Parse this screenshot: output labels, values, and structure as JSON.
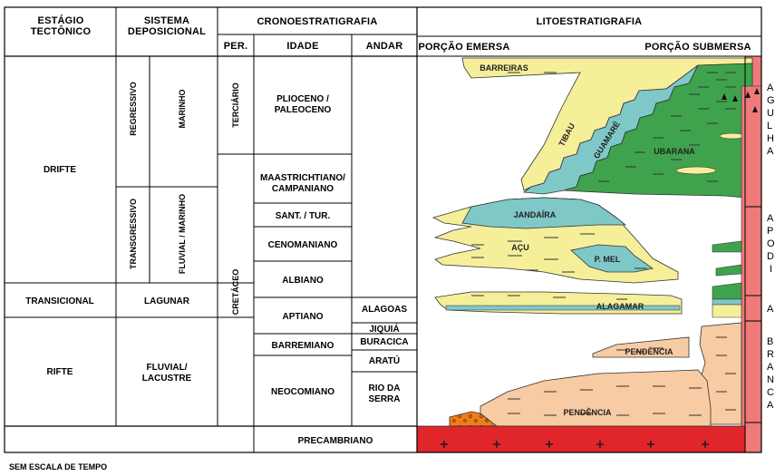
{
  "headers": {
    "estagio": [
      "ESTÁGIO",
      "TECTÔNICO"
    ],
    "sistema": [
      "SISTEMA",
      "DEPOSICIONAL"
    ],
    "crono": "CRONOESTRATIGRAFIA",
    "per": "PER.",
    "idade": "IDADE",
    "andar": "ANDAR",
    "lito": "LITOESTRATIGRAFIA",
    "emersa": "PORÇÃO EMERSA",
    "submersa": "PORÇÃO SUBMERSA"
  },
  "tectonic": {
    "drifte": "DRIFTE",
    "transicional": "TRANSICIONAL",
    "rifte": "RIFTE"
  },
  "deposicional": {
    "regressivo": "REGRESSIVO",
    "marinho": "MARINHO",
    "transgressivo": "TRANSGRESSIVO",
    "fluvial_marinho": "FLUVIAL / MARINHO",
    "lagunar": "LAGUNAR",
    "fluvial_lacustre": [
      "FLUVIAL/",
      "LACUSTRE"
    ]
  },
  "periods": {
    "terciario": "TERCIÁRIO",
    "cretaceo": "CRETÁCEO"
  },
  "ages": {
    "plioceno": [
      "PLIOCENO /",
      "PALEOCENO"
    ],
    "maastrichtiano": [
      "MAASTRICHTIANO/",
      "CAMPANIANO"
    ],
    "santur": "SANT. / TUR.",
    "cenomaniano": "CENOMANIANO",
    "albiano": "ALBIANO",
    "aptiano": "APTIANO",
    "barremiano": "BARREMIANO",
    "neocomiano": "NEOCOMIANO",
    "precambriano": "PRECAMBRIANO"
  },
  "stages": {
    "alagoas": "ALAGOAS",
    "jiquia": "JIQUIÁ",
    "buracica": "BURACICA",
    "aratu": "ARATÚ",
    "rio_da_serra": [
      "RIO DA",
      "SERRA"
    ]
  },
  "units": {
    "barreiras": "BARREIRAS",
    "tibau": "TIBAU",
    "guamare": "GUAMARÉ",
    "ubarana": "UBARANA",
    "jandaira": "JANDAÍRA",
    "acu": "AÇU",
    "p_mel": "P. MEL",
    "alagamar": "ALAGAMAR",
    "pendencia_upper": "PENDÊNCIA",
    "pendencia_lower": "PENDÊNCIA"
  },
  "side_letters": {
    "group1": [
      "A",
      "G",
      "U",
      "L",
      "H",
      "A"
    ],
    "group2": [
      "A",
      "P",
      "O",
      "D",
      "I"
    ],
    "group3": [
      "A"
    ],
    "group4": [
      "B",
      "R",
      "A",
      "N",
      "C",
      "A"
    ]
  },
  "footer": "SEM ESCALA DE TEMPO",
  "colors": {
    "yellow": "#f5ef9a",
    "teal": "#7fc8c8",
    "green": "#3fa34d",
    "orange": "#f7cba3",
    "basement": "#e0262b",
    "pink": "#ef7a7a",
    "conglomerate": "#f07d1a"
  }
}
